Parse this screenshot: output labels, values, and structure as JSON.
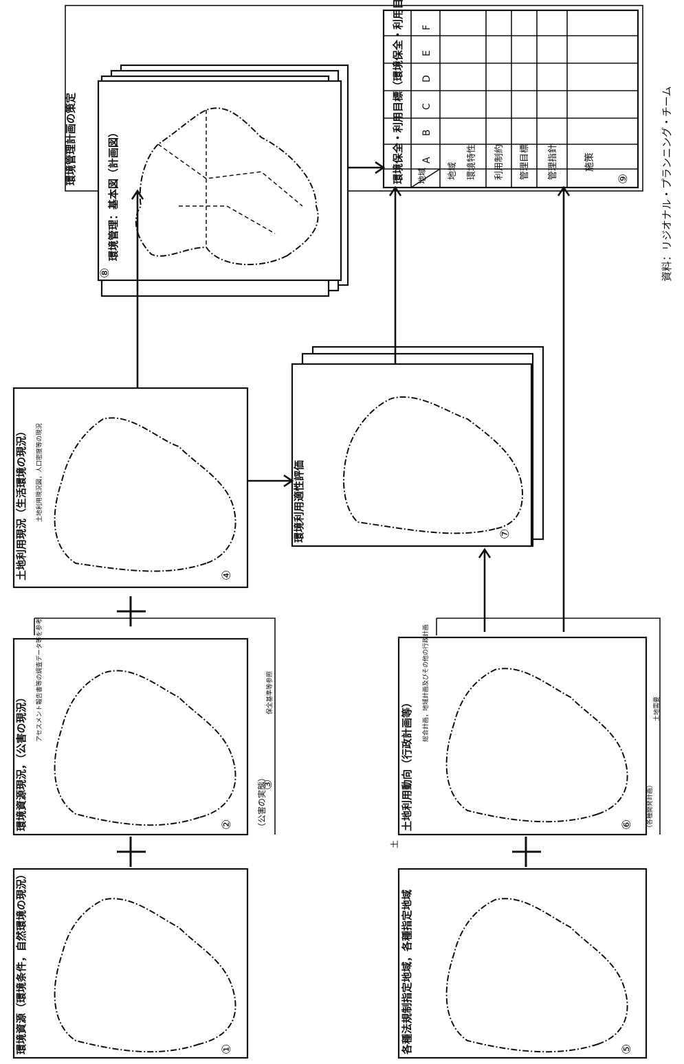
{
  "panels": {
    "p1": {
      "title": "環境資源（環境条件，自然環境の現況）",
      "number": "①"
    },
    "p2": {
      "title": "環境資源現況，（公害の現況）",
      "number": "②",
      "note": "アセスメント報告書等の調査データ等を参考",
      "note2": "（公害の実態）",
      "note3": "保全基準等参照"
    },
    "p3": {
      "number": "③"
    },
    "p4": {
      "title": "土地利用現況（生活環境の現況）",
      "number": "④",
      "note": "土地利用現況図，人口密度等の現況"
    },
    "p5": {
      "title": "各種法規制指定地域，各種指定地域",
      "number": "⑤",
      "annot": "土"
    },
    "p6": {
      "title": "土地利用動向（行政計画等）",
      "number": "⑥",
      "note": "総合計画，地域計画及びその他の行政計画",
      "note2": "（各種開発計画）",
      "note3": "土地需要"
    },
    "p7": {
      "title": "環境利用適性評価",
      "number": "⑦"
    },
    "p8": {
      "title": "環境管理：基本図（計画図）",
      "number": "⑧"
    },
    "p9": {
      "number": "⑨",
      "header": "環境保全・利用目標（環境保全・利用目標）",
      "corner": "地域",
      "columns": [
        "A",
        "B",
        "C",
        "D",
        "E",
        "F",
        "…"
      ],
      "rows": [
        "地域",
        "環境特性",
        "利用制約",
        "管理目標",
        "管理指針",
        "施策"
      ]
    }
  },
  "outer_title": "環境管理計画の策定",
  "source": "資料：リジオナル・プランニング・チーム"
}
